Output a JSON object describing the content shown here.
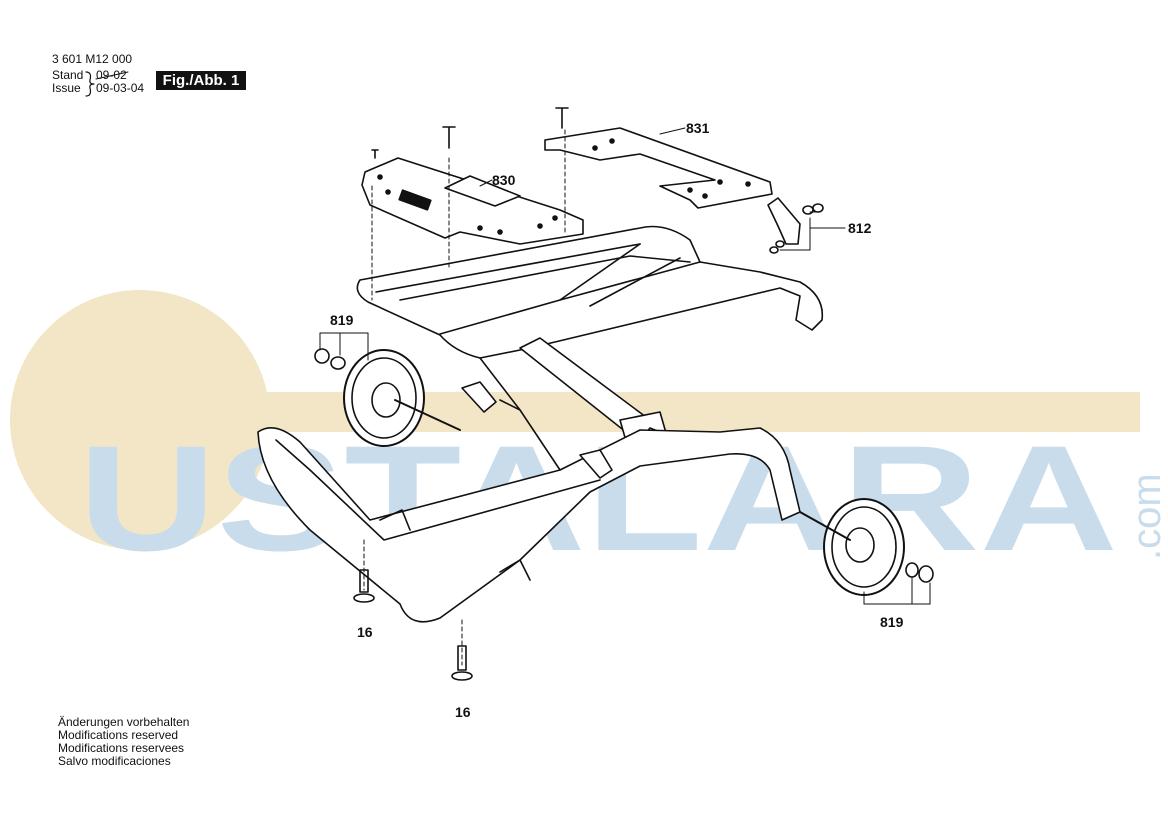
{
  "header": {
    "part_number": "3 601 M12 000",
    "stand_label": "Stand",
    "issue_label": "Issue",
    "old_date": "09-02",
    "new_date": "09-03-04",
    "figure_label": "Fig./Abb. 1"
  },
  "callouts": {
    "top_plate_left": "830",
    "top_plate_right": "831",
    "lever": "812",
    "wheel_left": "819",
    "wheel_right": "819",
    "foot_left": "16",
    "foot_center": "16"
  },
  "notes": [
    "Änderungen vorbehalten",
    "Modifications reserved",
    "Modifications reservees",
    "Salvo modificaciones"
  ],
  "watermark": {
    "text": "USTALARA",
    "suffix": ".com",
    "color_blue": "#c9dcec",
    "color_tan": "#f3e6c6"
  }
}
